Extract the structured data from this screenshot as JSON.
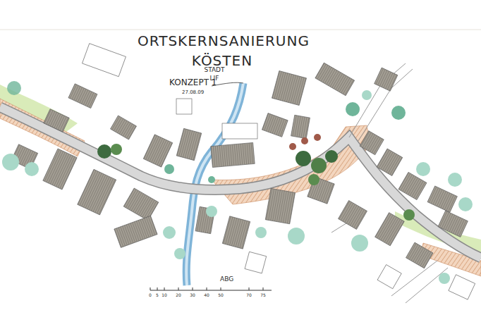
{
  "diagram": {
    "title": "ORTSKERNSANIERUNG KÖSTEN",
    "labels": [
      "STADT LIF",
      "KONZEPT 1",
      "27.08.09",
      "ABG",
      "0",
      "5",
      "10",
      "20",
      "30",
      "40",
      "50",
      "70",
      "75"
    ]
  }
}
